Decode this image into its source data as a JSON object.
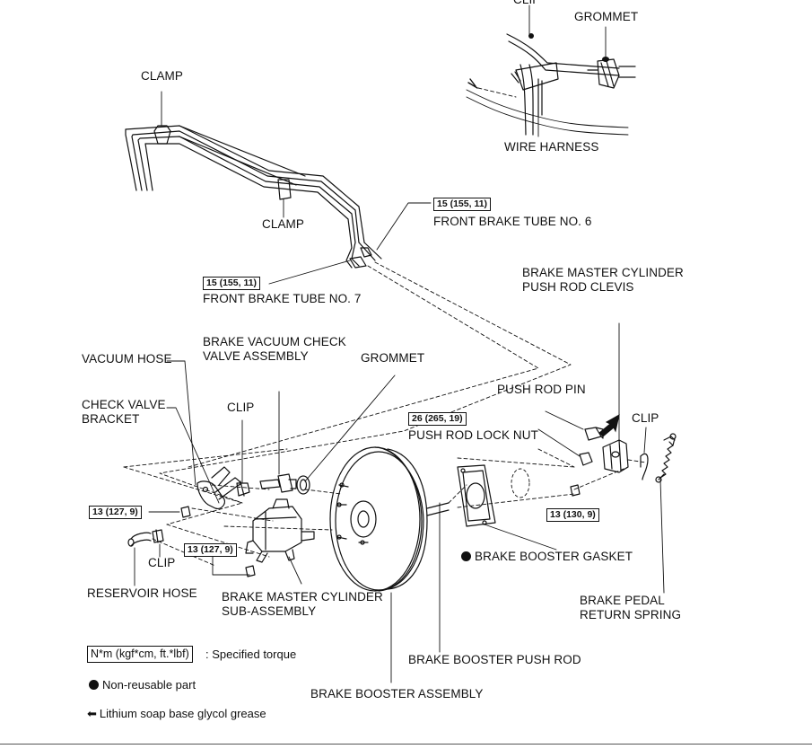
{
  "labels": {
    "clip_top": "CLIP",
    "grommet_top": "GROMMET",
    "wire_harness": "WIRE HARNESS",
    "clamp_1": "CLAMP",
    "clamp_2": "CLAMP",
    "front_brake_tube_6": "FRONT BRAKE TUBE NO. 6",
    "front_brake_tube_7": "FRONT BRAKE TUBE NO. 7",
    "master_cyl_clevis_1": "BRAKE MASTER CYLINDER",
    "master_cyl_clevis_2": "PUSH ROD CLEVIS",
    "vacuum_check_valve_1": "BRAKE VACUUM CHECK",
    "vacuum_check_valve_2": "VALVE ASSEMBLY",
    "vacuum_hose": "VACUUM HOSE",
    "grommet_mid": "GROMMET",
    "check_valve_bracket_1": "CHECK VALVE",
    "check_valve_bracket_2": "BRACKET",
    "clip_mid": "CLIP",
    "push_rod_pin": "PUSH ROD PIN",
    "clip_right": "CLIP",
    "push_rod_lock_nut": "PUSH ROD LOCK NUT",
    "clip_bottom": "CLIP",
    "brake_booster_gasket": "BRAKE BOOSTER GASKET",
    "reservoir_hose": "RESERVOIR HOSE",
    "master_cyl_sub_1": "BRAKE MASTER CYLINDER",
    "master_cyl_sub_2": "SUB-ASSEMBLY",
    "brake_pedal_spring_1": "BRAKE PEDAL",
    "brake_pedal_spring_2": "RETURN SPRING",
    "brake_booster_push_rod": "BRAKE BOOSTER PUSH ROD",
    "brake_booster_assembly": "BRAKE BOOSTER ASSEMBLY"
  },
  "torques": {
    "tube_6": "15 (155, 11)",
    "tube_7": "15 (155, 11)",
    "lock_nut": "26 (265, 19)",
    "nut_left": "13 (127, 9)",
    "nut_mid": "13 (127, 9)",
    "nut_right": "13 (130, 9)"
  },
  "legend": {
    "torque_box": "N*m (kgf*cm, ft.*lbf)",
    "torque_text": ": Specified torque",
    "non_reusable": "Non-reusable part",
    "grease": "Lithium soap base glycol grease"
  }
}
